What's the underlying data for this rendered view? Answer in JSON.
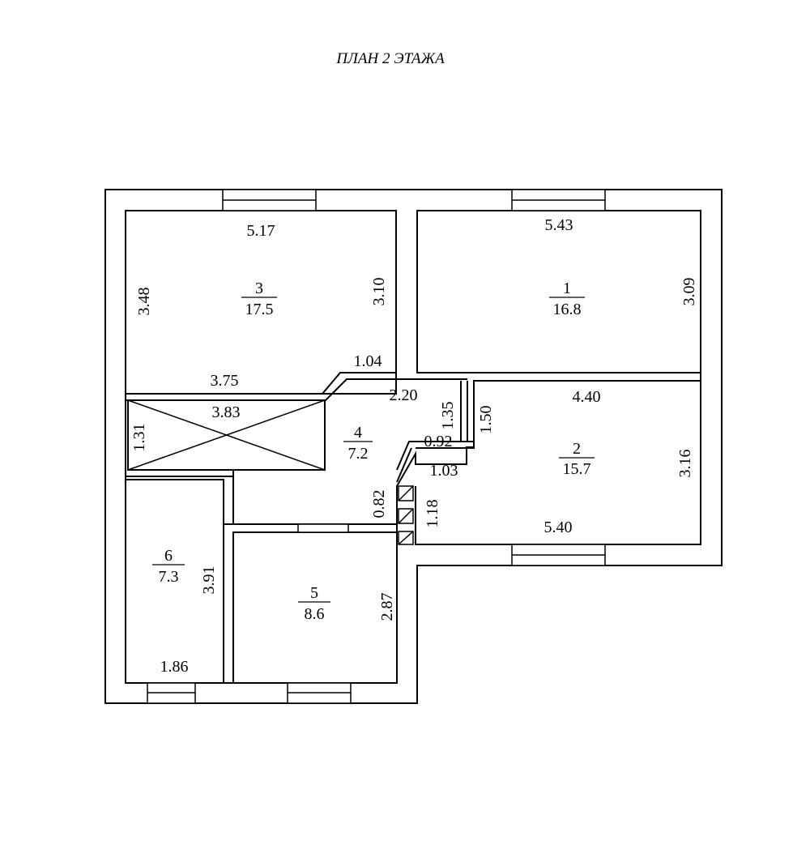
{
  "title": "ПЛАН 2 ЭТАЖА",
  "rooms": [
    {
      "number": "1",
      "area": "16.8"
    },
    {
      "number": "2",
      "area": "15.7"
    },
    {
      "number": "3",
      "area": "17.5"
    },
    {
      "number": "4",
      "area": "7.2"
    },
    {
      "number": "5",
      "area": "8.6"
    },
    {
      "number": "6",
      "area": "7.3"
    }
  ],
  "dimensions": {
    "r3_top": "5.17",
    "r3_left": "3.48",
    "r3_right": "3.10",
    "r3_bottom": "3.75",
    "r1_top": "5.43",
    "r1_right": "3.09",
    "corridor_step": "1.04",
    "corridor_top": "2.20",
    "stair_length": "3.83",
    "stair_width": "1.31",
    "shaft_height": "1.35",
    "shaft_width": "0.92",
    "r2_left_upper": "1.50",
    "r2_top": "4.40",
    "r2_right": "3.16",
    "r2_bottom": "5.40",
    "r2_step": "1.03",
    "vent_height": "1.18",
    "corridor_width": "0.82",
    "r6_right": "3.91",
    "r6_bottom": "1.86",
    "r5_right": "2.87"
  }
}
